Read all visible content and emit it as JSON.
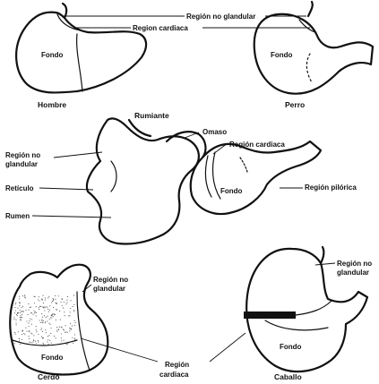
{
  "figure": {
    "top": {
      "label_nonglandular": "Región no glandular",
      "label_cardiac": "Region cardiaca",
      "human": {
        "fundus": "Fondo",
        "caption": "Hombre"
      },
      "dog": {
        "fundus": "Fondo",
        "caption": "Perro"
      }
    },
    "ruminant": {
      "caption": "Rumiante",
      "omasum": "Omaso",
      "cardiac": "Región cardiaca",
      "nonglandular": [
        "Región no",
        "glandular"
      ],
      "reticulum": "Retículo",
      "rumen": "Rumen",
      "fundus": "Fondo",
      "pyloric": "Región pilórica"
    },
    "pig": {
      "nonglandular": [
        "Región no",
        "glandular"
      ],
      "fundus": "Fondo",
      "caption": "Cerdo"
    },
    "shared_cardiac": [
      "Región",
      "cardiaca"
    ],
    "horse": {
      "nonglandular": [
        "Región no",
        "glandular"
      ],
      "fundus": "Fondo",
      "caption": "Caballo"
    }
  }
}
